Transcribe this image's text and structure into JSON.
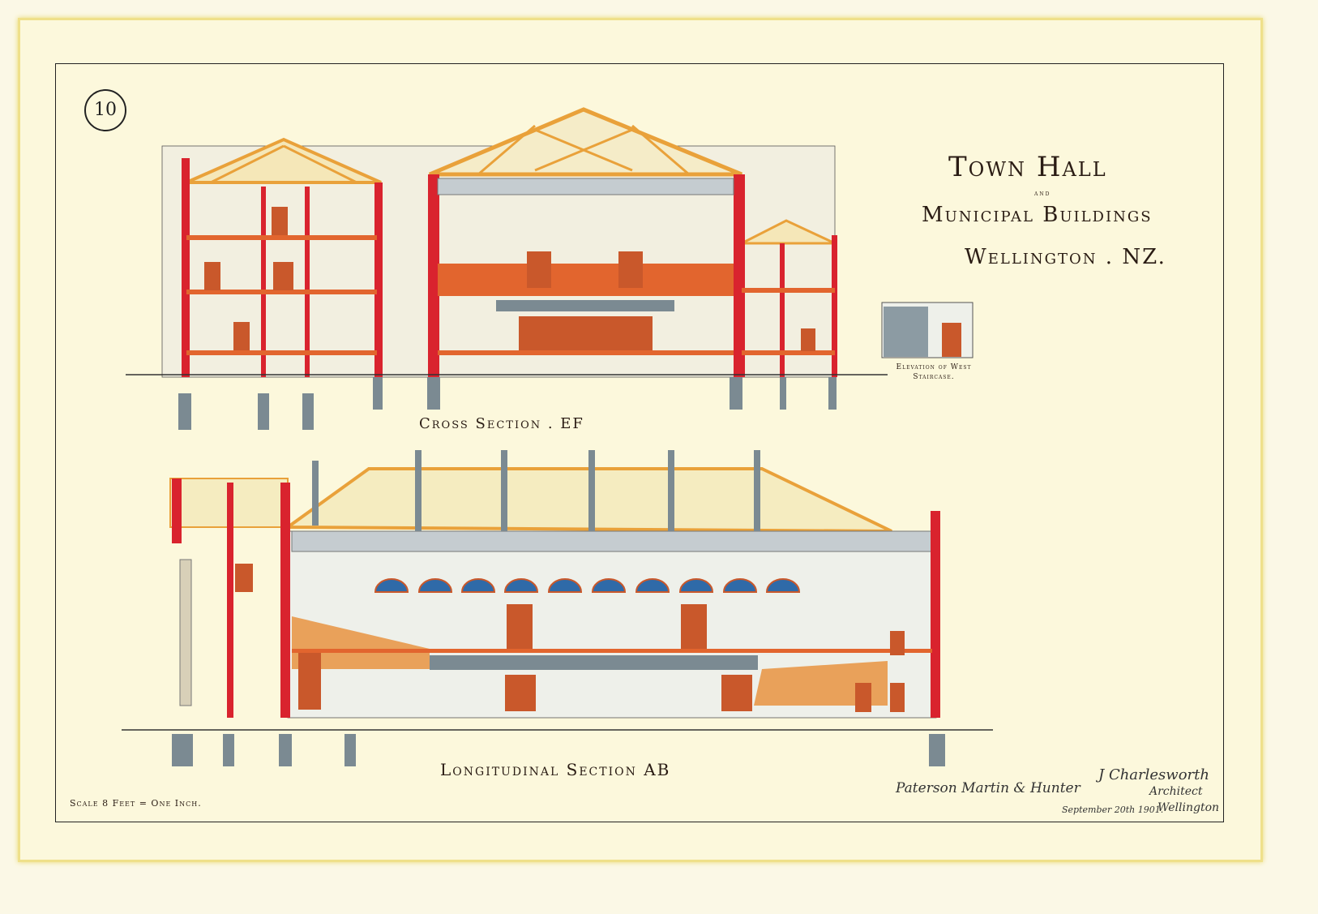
{
  "sheet_number": "10",
  "title": {
    "line1": "Town Hall",
    "connector": "and",
    "line2": "Municipal Buildings",
    "line3": "Wellington . NZ."
  },
  "captions": {
    "cross_section": "Cross Section . EF",
    "longitudinal_section": "Longitudinal Section AB",
    "west_staircase": "Elevation of West Staircase."
  },
  "scale": "Scale 8 Feet = One Inch.",
  "signatures": {
    "contractor": "Paterson Martin & Hunter",
    "architect_name": "J Charlesworth",
    "architect_title": "Architect",
    "architect_city": "Wellington",
    "date": "September 20th 1901."
  },
  "colors": {
    "paper": "#fcf8dc",
    "walls": "#d9232e",
    "timber": "#e9a13a",
    "floors": "#e2652e",
    "stone": "#8c9ba3",
    "doors": "#c9582b"
  }
}
